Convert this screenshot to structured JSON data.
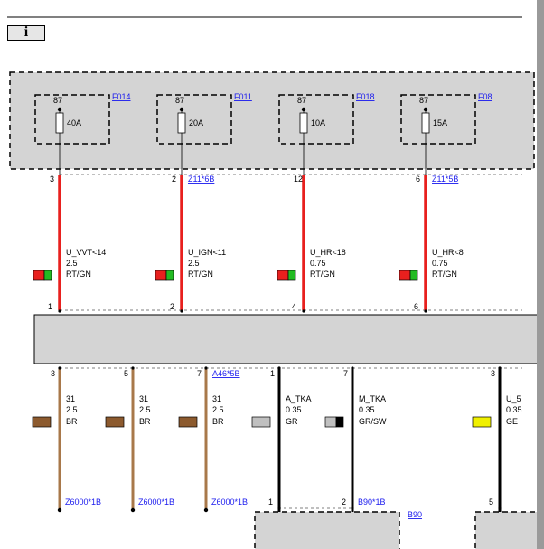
{
  "toolbar": {
    "info_label": "i"
  },
  "colors": {
    "red": "#e8201e",
    "brown": "#a8784a",
    "black": "#000000",
    "green": "#22bb22",
    "brown_chip": "#8c5a2e",
    "grey_chip": "#c0c0c0",
    "yellow_chip": "#f0f000",
    "panel": "#d4d4d4"
  },
  "fuses": [
    {
      "id": "F014",
      "pin": "87",
      "rating": "40A"
    },
    {
      "id": "F011",
      "pin": "87",
      "rating": "20A"
    },
    {
      "id": "F018",
      "pin": "87",
      "rating": "10A"
    },
    {
      "id": "F08",
      "pin": "87",
      "rating": "15A"
    }
  ],
  "upper_wires": [
    {
      "top_pin": "3",
      "top_ref": "",
      "signal": "U_VVT<14",
      "gauge": "2.5",
      "color_code": "RT/GN",
      "bottom_pin": "1"
    },
    {
      "top_pin": "2",
      "top_ref": "Z11*6B",
      "signal": "U_IGN<11",
      "gauge": "2.5",
      "color_code": "RT/GN",
      "bottom_pin": "2"
    },
    {
      "top_pin": "12",
      "top_ref": "",
      "signal": "U_HR<18",
      "gauge": "0.75",
      "color_code": "RT/GN",
      "bottom_pin": "4"
    },
    {
      "top_pin": "6",
      "top_ref": "Z11*5B",
      "signal": "U_HR<8",
      "gauge": "0.75",
      "color_code": "RT/GN",
      "bottom_pin": "6"
    }
  ],
  "lower_wires": [
    {
      "top_pin": "3",
      "top_ref": "",
      "signal": "31",
      "gauge": "2.5",
      "color_code": "BR",
      "bottom_pin": "",
      "bottom_ref": "Z6000*1B"
    },
    {
      "top_pin": "5",
      "top_ref": "",
      "signal": "31",
      "gauge": "2.5",
      "color_code": "BR",
      "bottom_pin": "",
      "bottom_ref": "Z6000*1B"
    },
    {
      "top_pin": "7",
      "top_ref": "A46*5B",
      "signal": "31",
      "gauge": "2.5",
      "color_code": "BR",
      "bottom_pin": "",
      "bottom_ref": "Z6000*1B"
    },
    {
      "top_pin": "1",
      "top_ref": "",
      "signal": "A_TKA",
      "gauge": "0.35",
      "color_code": "GR",
      "bottom_pin": "1",
      "bottom_ref": ""
    },
    {
      "top_pin": "7",
      "top_ref": "",
      "signal": "M_TKA",
      "gauge": "0.35",
      "color_code": "GR/SW",
      "bottom_pin": "2",
      "bottom_ref": "B90*1B"
    },
    {
      "top_pin": "3",
      "top_ref": "",
      "signal": "U_5",
      "gauge": "0.35",
      "color_code": "GE",
      "bottom_pin": "5",
      "bottom_ref": ""
    }
  ],
  "components": {
    "b90": "B90"
  }
}
